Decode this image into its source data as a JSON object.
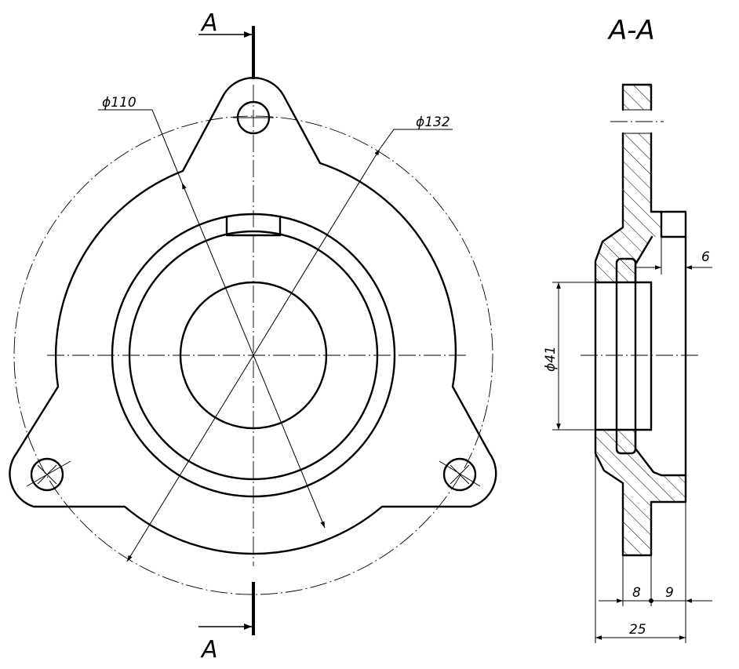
{
  "drawing": {
    "cut_label_top": "A",
    "cut_label_bottom": "A",
    "section_title": "A-A",
    "dimensions": {
      "dia_110": "ϕ110",
      "dia_132": "ϕ132",
      "dia_41": "ϕ41",
      "six": "6",
      "eight": "8",
      "nine": "9",
      "twentyfive": "25"
    }
  }
}
